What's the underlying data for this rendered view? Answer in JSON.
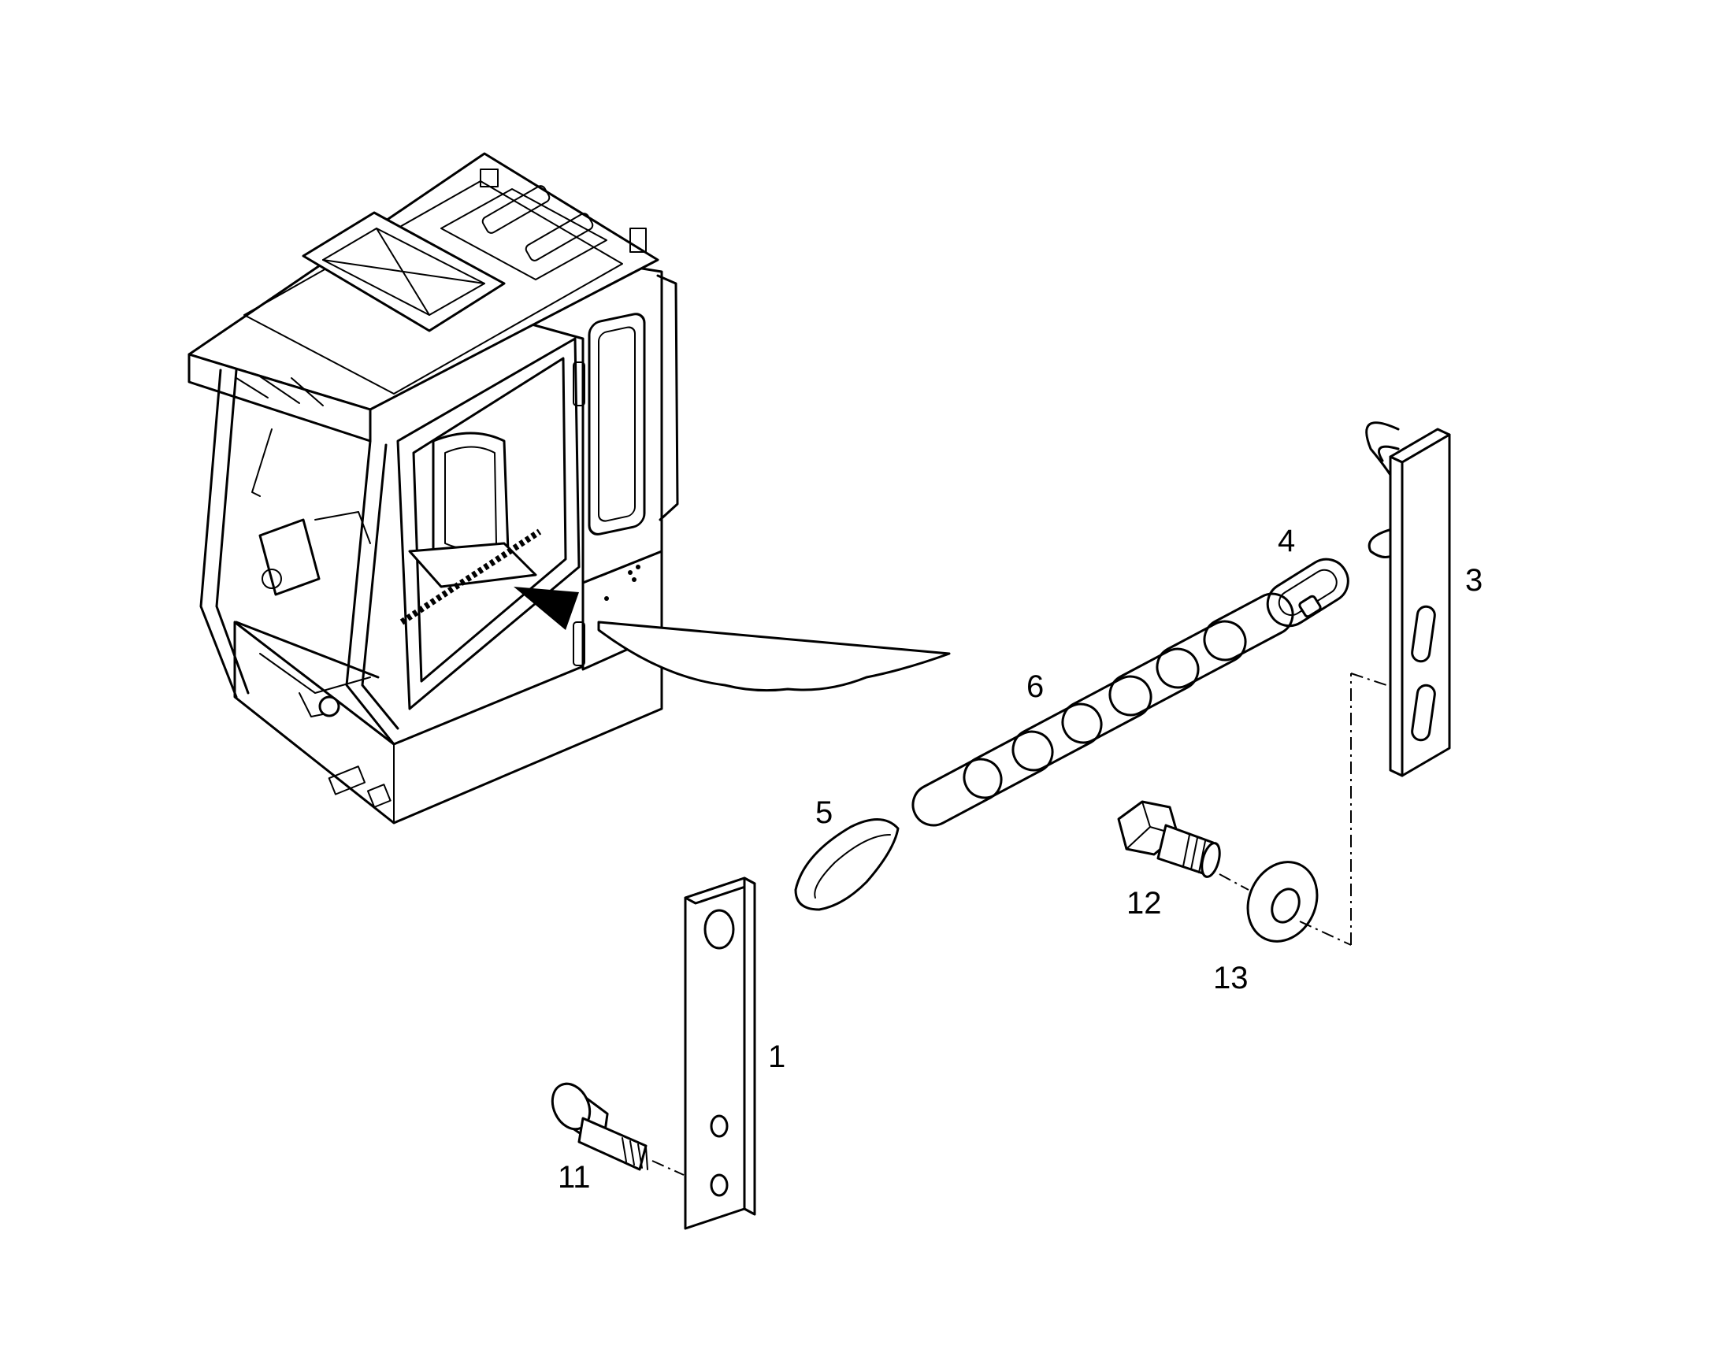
{
  "callouts": [
    {
      "id": "p1",
      "label": "1"
    },
    {
      "id": "p3",
      "label": "3"
    },
    {
      "id": "p4",
      "label": "4"
    },
    {
      "id": "p5",
      "label": "5"
    },
    {
      "id": "p6",
      "label": "6"
    },
    {
      "id": "p11",
      "label": "11"
    },
    {
      "id": "p12",
      "label": "12"
    },
    {
      "id": "p13",
      "label": "13"
    }
  ],
  "colors": {
    "line": "#000000",
    "background": "#ffffff"
  }
}
